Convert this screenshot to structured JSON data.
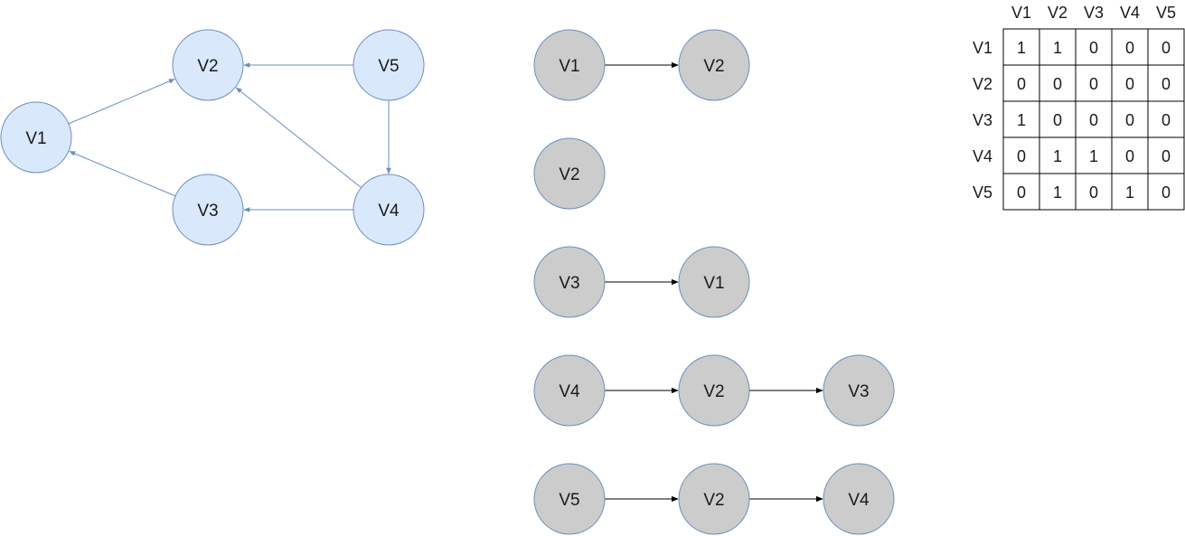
{
  "colors": {
    "graph_node_fill": "#dae8fc",
    "graph_node_stroke": "#6c8ebf",
    "graph_edge": "#6c8ebf",
    "list_node_fill": "#cccccc",
    "list_node_stroke": "#6c8ebf",
    "list_edge": "#000000",
    "text": "#1a1a1a",
    "grid": "#000000"
  },
  "graph": {
    "nodes": [
      {
        "id": "V1",
        "label": "V1"
      },
      {
        "id": "V2",
        "label": "V2"
      },
      {
        "id": "V3",
        "label": "V3"
      },
      {
        "id": "V4",
        "label": "V4"
      },
      {
        "id": "V5",
        "label": "V5"
      }
    ],
    "edges": [
      {
        "from": "V1",
        "to": "V2"
      },
      {
        "from": "V3",
        "to": "V1"
      },
      {
        "from": "V5",
        "to": "V2"
      },
      {
        "from": "V5",
        "to": "V4"
      },
      {
        "from": "V4",
        "to": "V2"
      },
      {
        "from": "V4",
        "to": "V3"
      }
    ]
  },
  "adjacency_list": [
    {
      "head": "V1",
      "chain": [
        "V2"
      ]
    },
    {
      "head": "V2",
      "chain": []
    },
    {
      "head": "V3",
      "chain": [
        "V1"
      ]
    },
    {
      "head": "V4",
      "chain": [
        "V2",
        "V3"
      ]
    },
    {
      "head": "V5",
      "chain": [
        "V2",
        "V4"
      ]
    }
  ],
  "adjacency_matrix": {
    "col_headers": [
      "V1",
      "V2",
      "V3",
      "V4",
      "V5"
    ],
    "row_headers": [
      "V1",
      "V2",
      "V3",
      "V4",
      "V5"
    ],
    "rows": [
      [
        "1",
        "1",
        "0",
        "0",
        "0"
      ],
      [
        "0",
        "0",
        "0",
        "0",
        "0"
      ],
      [
        "1",
        "0",
        "0",
        "0",
        "0"
      ],
      [
        "0",
        "1",
        "1",
        "0",
        "0"
      ],
      [
        "0",
        "1",
        "0",
        "1",
        "0"
      ]
    ]
  }
}
